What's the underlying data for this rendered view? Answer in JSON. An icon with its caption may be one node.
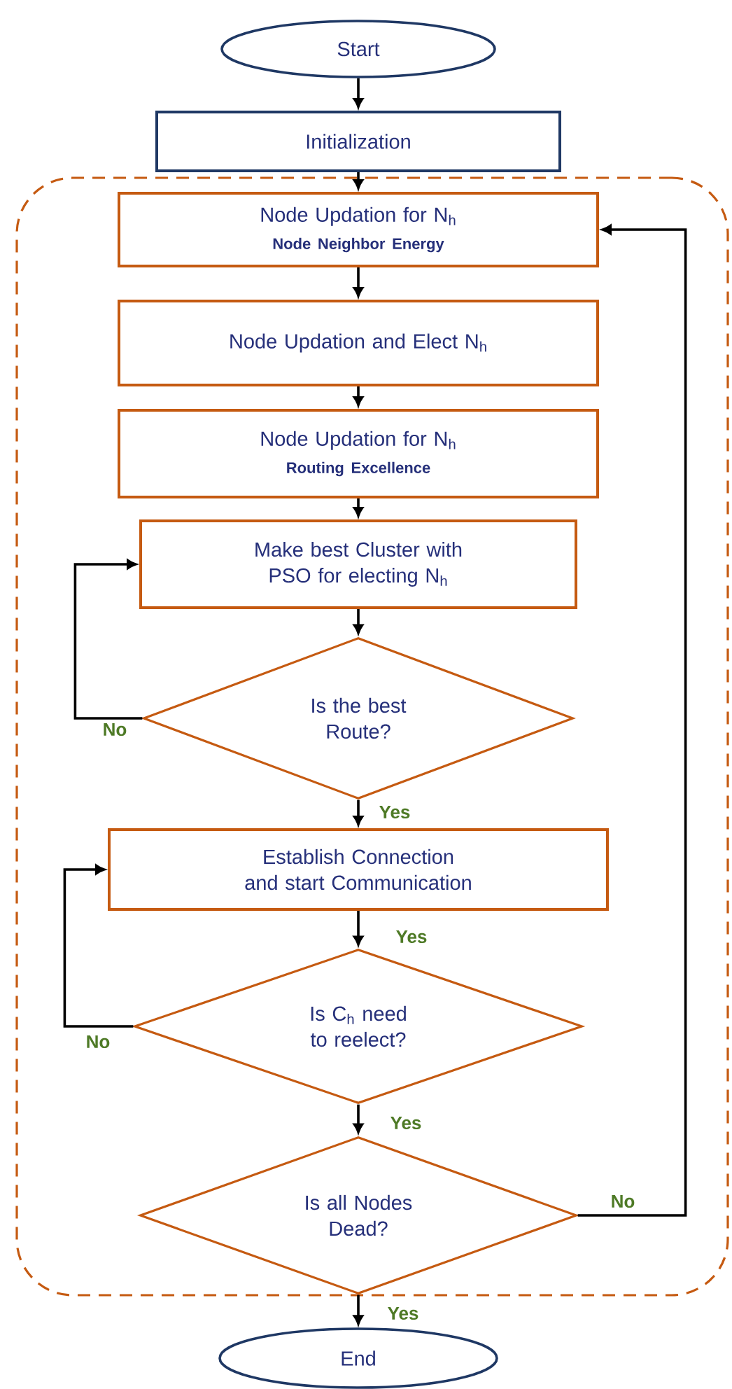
{
  "diagram": {
    "nodes": [
      {
        "text": [
          "Start"
        ]
      },
      {
        "text": [
          "Initialization"
        ]
      },
      {
        "text": [],
        "shape": "box"
      },
      {
        "text": [
          "Node Updation for N$_{h}$",
          "Node Neighbor Energy"
        ],
        "in": 2
      },
      {
        "text": [
          "Node Updation and Elect N$_{h}$"
        ],
        "in": 2
      },
      {
        "text": [
          "Node Updation for N$_{h}$",
          "Routing Excellence"
        ],
        "in": 2
      },
      {
        "text": [
          "Make best Cluster with PSO for electing N$_{h}$"
        ],
        "in": 2
      },
      {
        "text": [
          "Is the best Route?"
        ],
        "in": 2
      },
      {
        "text": [
          "Establish Connection and start Communication"
        ],
        "in": 2
      },
      {
        "text": [
          "Is C$_{h}$ need to reelect?"
        ],
        "in": 2
      },
      {
        "text": [
          "Is all Nodes Dead?"
        ],
        "in": 2
      },
      {
        "text": [
          "End"
        ]
      }
    ],
    "edges": [
      {
        "from": 0,
        "to": 1,
        "arrow": "to"
      },
      {
        "from": 1,
        "to": 3,
        "arrow": "to"
      },
      {
        "from": 3,
        "to": 4,
        "arrow": "to"
      },
      {
        "from": 4,
        "to": 5,
        "arrow": "to"
      },
      {
        "from": 5,
        "to": 6,
        "arrow": "to"
      },
      {
        "from": 6,
        "to": 7,
        "arrow": "to"
      },
      {
        "from": 7,
        "to": 6,
        "arrow": "to",
        "label": "No"
      },
      {
        "from": 7,
        "to": 8,
        "arrow": "to",
        "label": "Yes"
      },
      {
        "from": 8,
        "to": 9,
        "arrow": "to",
        "label": "Yes"
      },
      {
        "from": 9,
        "to": 8,
        "arrow": "to",
        "label": "No"
      },
      {
        "from": 9,
        "to": 10,
        "arrow": "to",
        "label": "Yes"
      },
      {
        "from": 10,
        "to": 3,
        "arrow": "to",
        "label": "No"
      },
      {
        "from": 10,
        "to": 11,
        "arrow": "to",
        "label": "Yes"
      }
    ]
  }
}
